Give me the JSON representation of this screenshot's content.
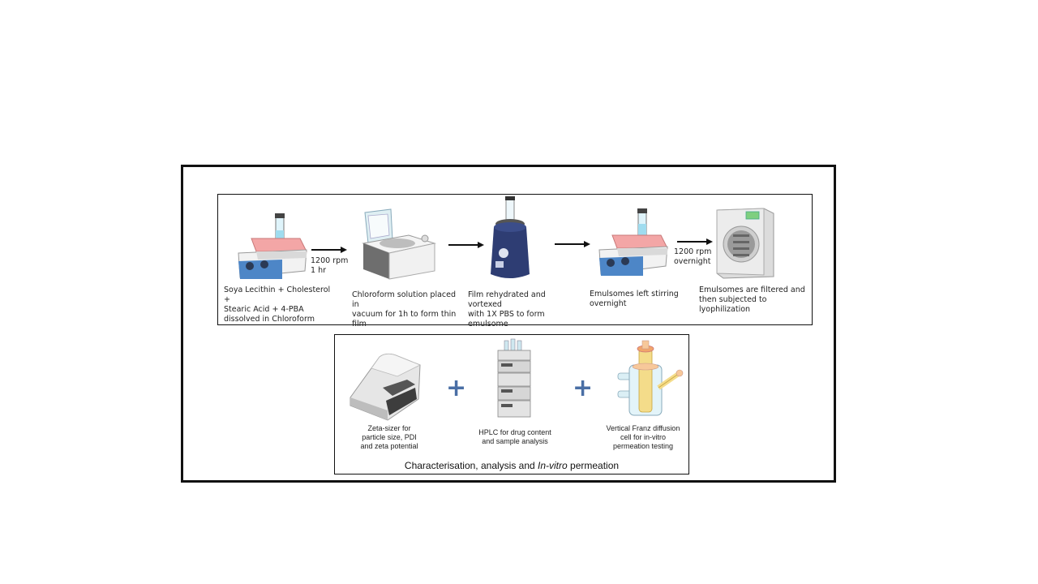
{
  "steps": [
    {
      "caption": "Soya Lecithin + Cholesterol + Stearic Acid + 4-PBA dissolved in Chloroform",
      "lines": [
        "Soya Lecithin + Cholesterol +",
        "Stearic Acid + 4-PBA",
        "dissolved in Chloroform"
      ]
    },
    {
      "caption": "Chloroform solution placed in vacuum for 1h to form thin film",
      "lines": [
        "Chloroform solution placed in",
        "vacuum for 1h to form thin",
        "film"
      ]
    },
    {
      "caption": "Film rehydrated and vortexed with 1X PBS to form emulsome",
      "lines": [
        "Film rehydrated and vortexed",
        "with 1X PBS to form",
        "emulsome"
      ]
    },
    {
      "caption": "Emulsomes left stirring overnight",
      "lines": [
        "Emulsomes left stirring",
        "overnight"
      ]
    },
    {
      "caption": "Emulsomes are filtered and then subjected to lyophilization",
      "lines": [
        "Emulsomes are filtered and",
        "then subjected to lyophilization"
      ]
    }
  ],
  "arrow_labels": [
    {
      "line1": "1200 rpm",
      "line2": "1 hr"
    },
    {
      "line1": "1200 rpm",
      "line2": "overnight"
    }
  ],
  "characterisation": {
    "title_prefix": "Characterisation, analysis and ",
    "title_italic": "In-vitro",
    "title_suffix": " permeation",
    "plus_symbol": "+",
    "items": [
      {
        "lines": [
          "Zeta-sizer for",
          "particle size, PDI",
          "and zeta potential"
        ]
      },
      {
        "lines": [
          "HPLC for drug content",
          "and sample analysis"
        ]
      },
      {
        "lines": [
          "Vertical Franz diffusion",
          "cell for in-vitro",
          "permeation testing"
        ]
      }
    ]
  },
  "colors": {
    "plus": "#4a6fa5",
    "hotplate_top": "#f3a6a6",
    "vortex_body": "#2e3d73"
  }
}
